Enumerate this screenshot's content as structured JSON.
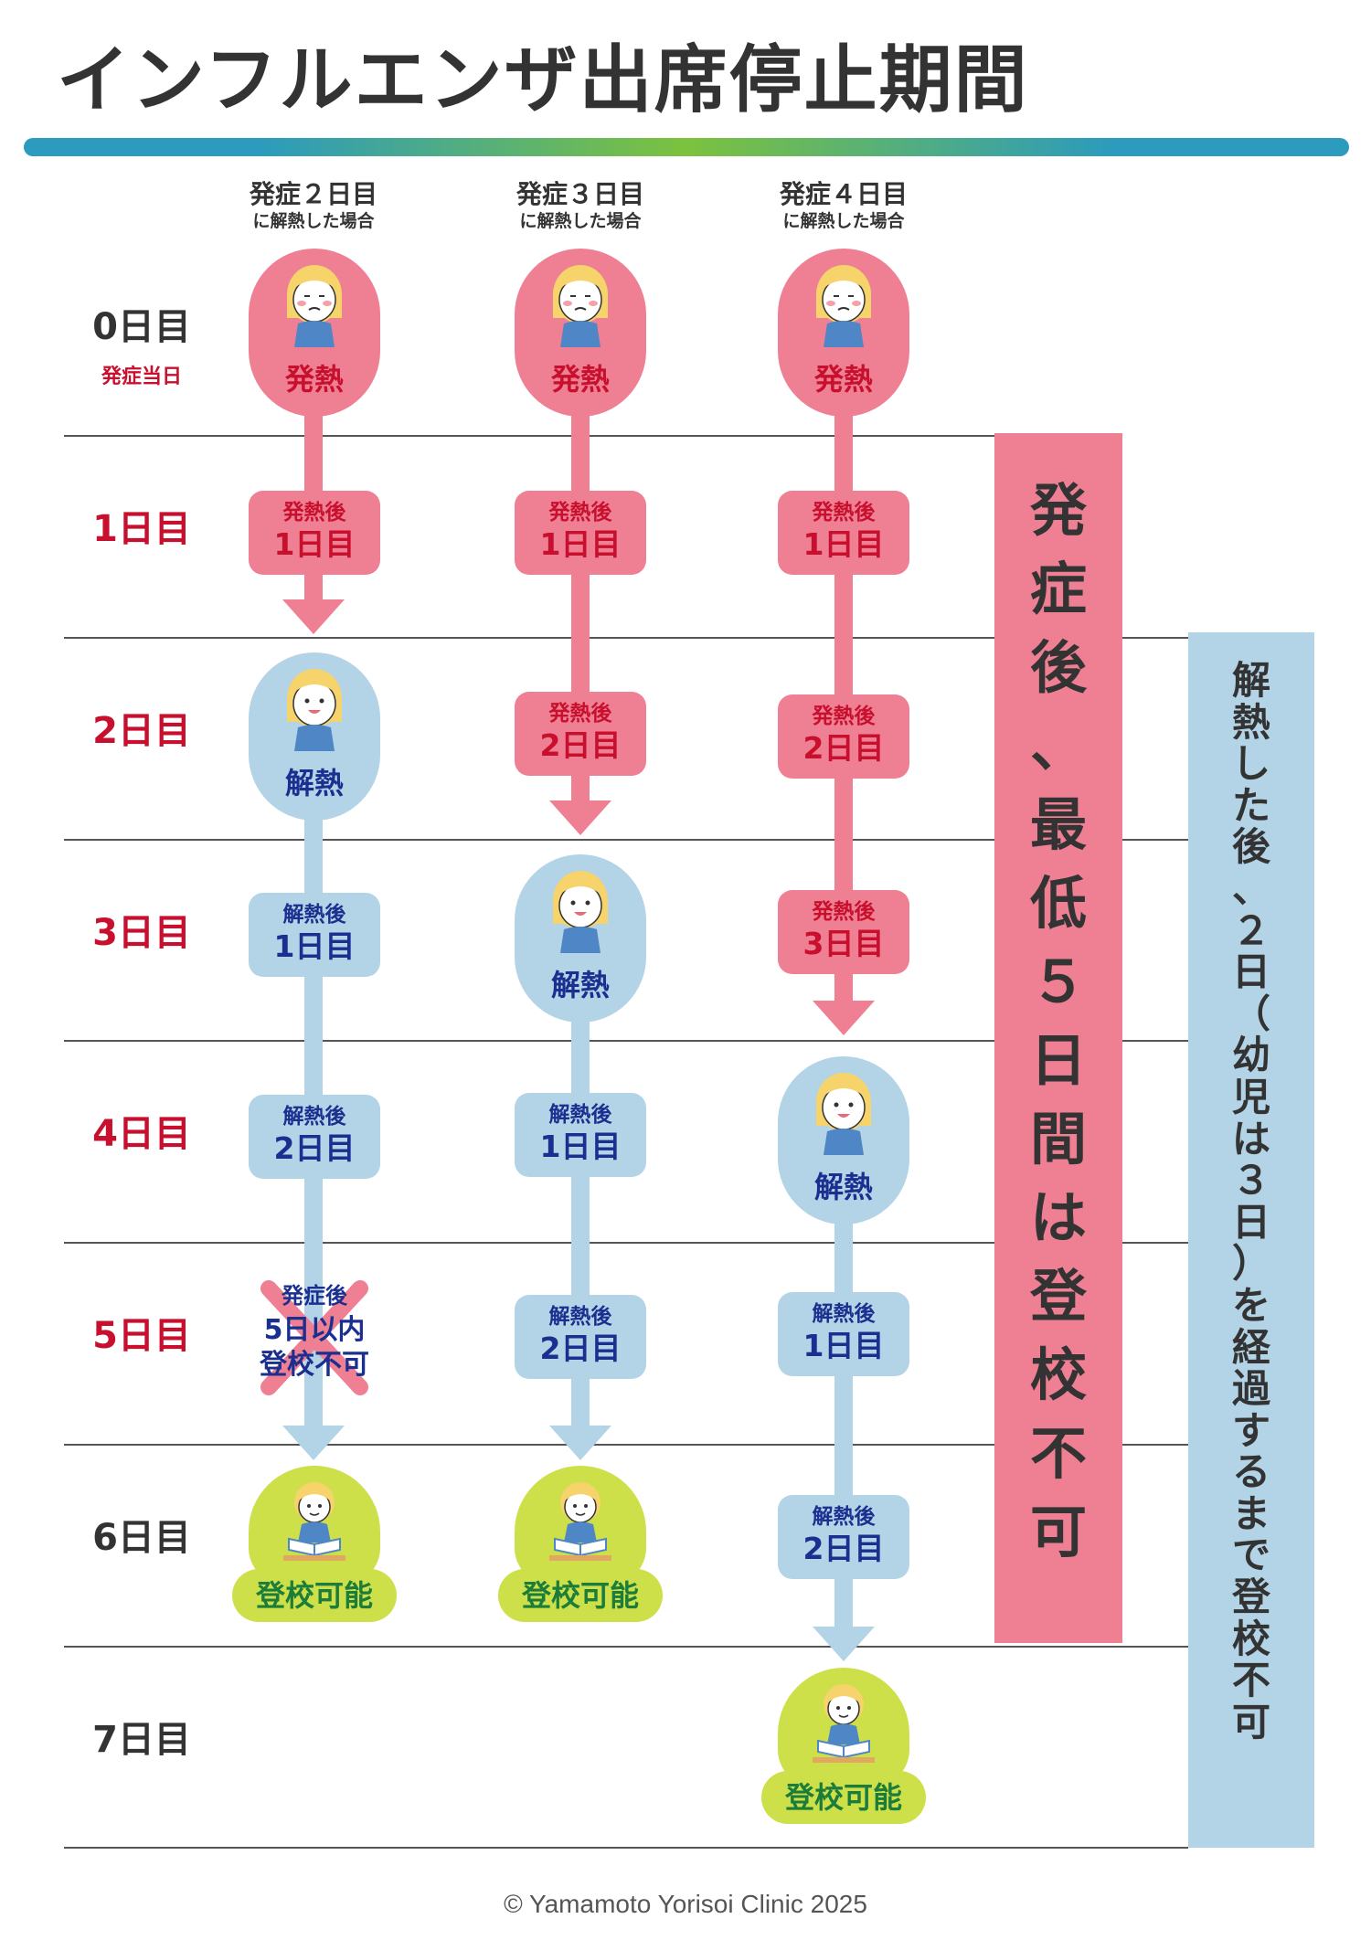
{
  "title": "インフルエンザ出席停止期間",
  "colors": {
    "fever_pink": "#ef7f92",
    "fever_red_text": "#c8102e",
    "recovered_blue": "#b3d3e6",
    "recovered_text": "#1a2f8f",
    "school_green": "#cde04a",
    "school_text": "#1c7c3a",
    "title_bar": [
      "#2c9bbd",
      "#7cc23d"
    ]
  },
  "columns": [
    {
      "head_main": "発症２日目",
      "head_sub": "に解熱した場合"
    },
    {
      "head_main": "発症３日目",
      "head_sub": "に解熱した場合"
    },
    {
      "head_main": "発症４日目",
      "head_sub": "に解熱した場合"
    }
  ],
  "days": [
    {
      "label": "0日目",
      "sub": "発症当日",
      "highlight": false
    },
    {
      "label": "1日目",
      "highlight": true
    },
    {
      "label": "2日目",
      "highlight": true
    },
    {
      "label": "3日目",
      "highlight": true
    },
    {
      "label": "4日目",
      "highlight": true
    },
    {
      "label": "5日目",
      "highlight": true
    },
    {
      "label": "6日目",
      "highlight": false
    },
    {
      "label": "7日目",
      "highlight": false
    }
  ],
  "labels": {
    "fever": "発熱",
    "recovered": "解熱",
    "school_ok": "登校可能",
    "after_fever": "発熱後",
    "after_recovery": "解熱後",
    "after_onset": "発症後",
    "within_5_days": "5日以内",
    "no_school": "登校不可",
    "day1": "1日目",
    "day2": "2日目",
    "day3": "3日目"
  },
  "banners": {
    "pink_text": "発症後、最低５日間は登校不可",
    "blue_text": "解熱した後、２日（幼児は３日）を経過するまで登校不可"
  },
  "footer": "© Yamamoto Yorisoi Clinic 2025"
}
